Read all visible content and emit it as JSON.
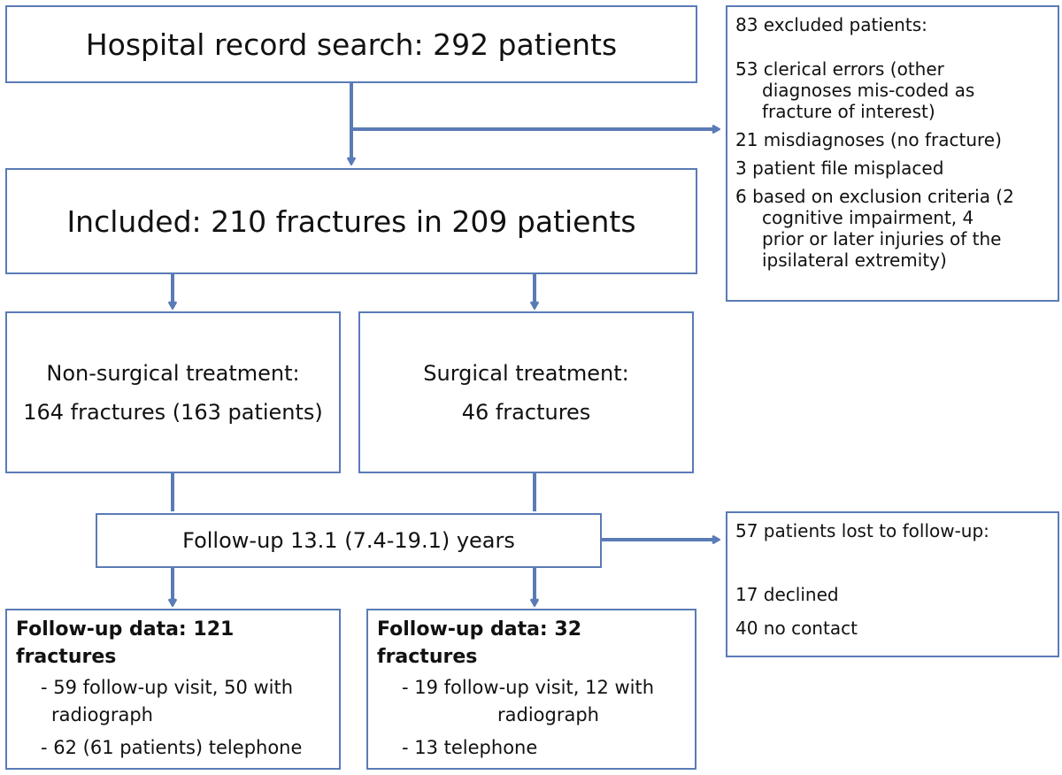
{
  "search_box": {
    "text": "Hospital record search: 292 patients"
  },
  "included_box": {
    "text": "Included: 210 fractures in 209 patients"
  },
  "excluded_box": {
    "title": "83 excluded patients:",
    "items": [
      {
        "first": "53 clerical errors (other",
        "rest": [
          "diagnoses mis-coded as",
          "fracture of interest)"
        ]
      },
      {
        "first": "21 misdiagnoses (no fracture)",
        "rest": []
      },
      {
        "first": "3 patient file misplaced",
        "rest": []
      },
      {
        "first": "6 based on exclusion criteria (2",
        "rest": [
          "cognitive impairment, 4",
          "prior or later injuries of the",
          "ipsilateral extremity)"
        ]
      }
    ]
  },
  "nonsurgical_box": {
    "line1": "Non-surgical treatment:",
    "line2": "164 fractures (163 patients)"
  },
  "surgical_box": {
    "line1": "Surgical treatment:",
    "line2": "46 fractures"
  },
  "followup_box": {
    "text": "Follow-up 13.1 (7.4-19.1) years"
  },
  "lost_box": {
    "title": "57 patients lost to follow-up:",
    "items": [
      "17 declined",
      "40 no contact"
    ]
  },
  "data_left": {
    "head": "Follow-up data: 121 fractures",
    "item1": "- 59 follow-up visit, 50 with",
    "item1b": "radiograph",
    "item2": "- 62 (61 patients) telephone"
  },
  "data_right": {
    "head": "Follow-up data: 32 fractures",
    "item1": "- 19 follow-up visit, 12 with",
    "item1b": "radiograph",
    "item2": "- 13 telephone"
  },
  "colors": {
    "border": "#5a7bb6",
    "arrow": "#5a7bb6",
    "text": "#111111"
  }
}
